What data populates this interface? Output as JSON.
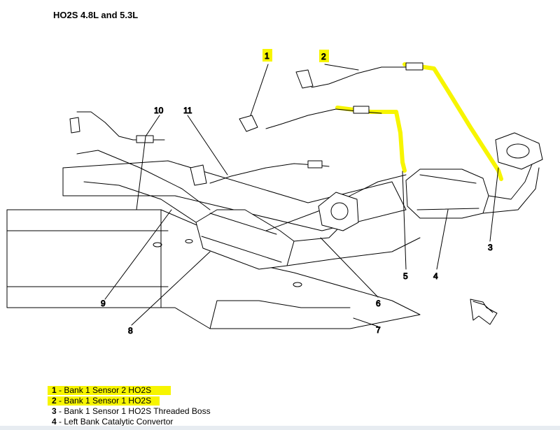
{
  "title": "HO2S 4.8L and 5.3L",
  "callouts": [
    "1",
    "2",
    "3",
    "4",
    "5",
    "6",
    "7",
    "8",
    "9",
    "10",
    "11"
  ],
  "legend": [
    {
      "num": "1",
      "sep": " - ",
      "text": "Bank 1 Sensor 2 HO2S"
    },
    {
      "num": "2",
      "sep": " - ",
      "text": "Bank 1 Sensor 1 HO2S"
    },
    {
      "num": "3",
      "sep": " - ",
      "text": "Bank 1 Sensor 1 HO2S Threaded Boss"
    },
    {
      "num": "4",
      "sep": " - ",
      "text": "Left Bank Catalytic Convertor"
    }
  ],
  "colors": {
    "highlight": "#f7f500",
    "line": "#000000"
  }
}
